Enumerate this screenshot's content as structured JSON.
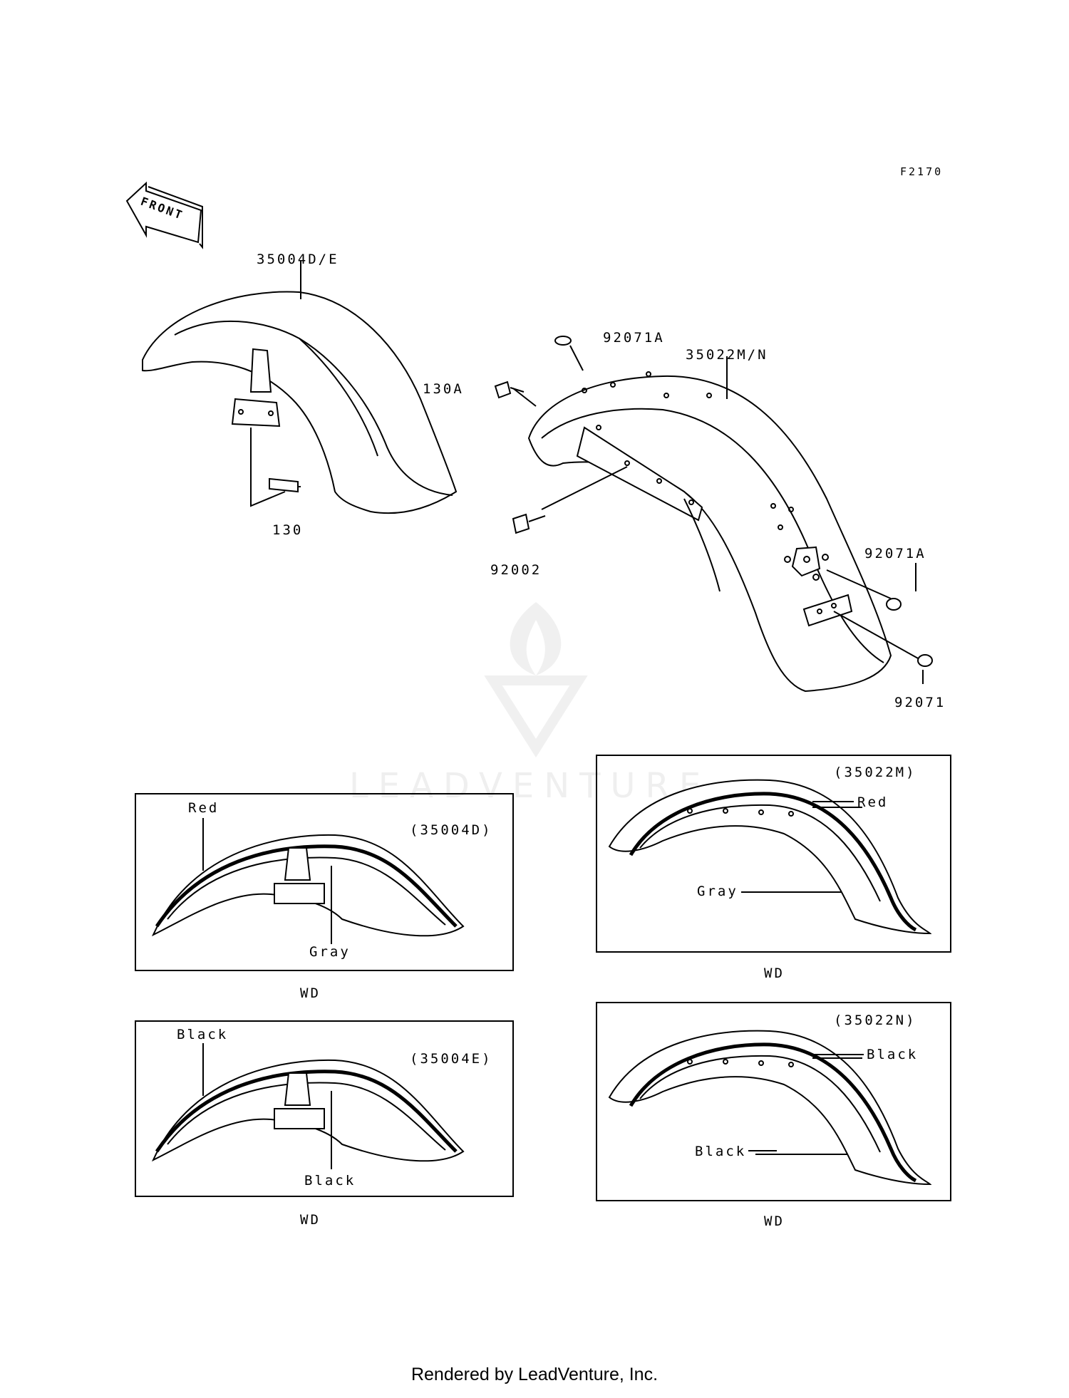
{
  "figure_code": "F2170",
  "front_arrow": "FRONT",
  "parts": {
    "front_fender": "35004D/E",
    "rear_fender": "35022M/N",
    "bolt_130": "130",
    "bolt_130a": "130A",
    "bolt_92002": "92002",
    "grommet_top": "92071A",
    "grommet_side": "92071A",
    "grommet_bottom": "92071"
  },
  "variants": [
    {
      "code": "(35004D)",
      "stripe": "Red",
      "body": "Gray",
      "caption": "WD"
    },
    {
      "code": "(35004E)",
      "stripe": "Black",
      "body": "Black",
      "caption": "WD"
    },
    {
      "code": "(35022M)",
      "stripe": "Red",
      "body": "Gray",
      "caption": "WD"
    },
    {
      "code": "(35022N)",
      "stripe": "Black",
      "body": "Black",
      "caption": "WD"
    }
  ],
  "watermark": "LEADVENTURE",
  "footer": "Rendered by LeadVenture, Inc."
}
